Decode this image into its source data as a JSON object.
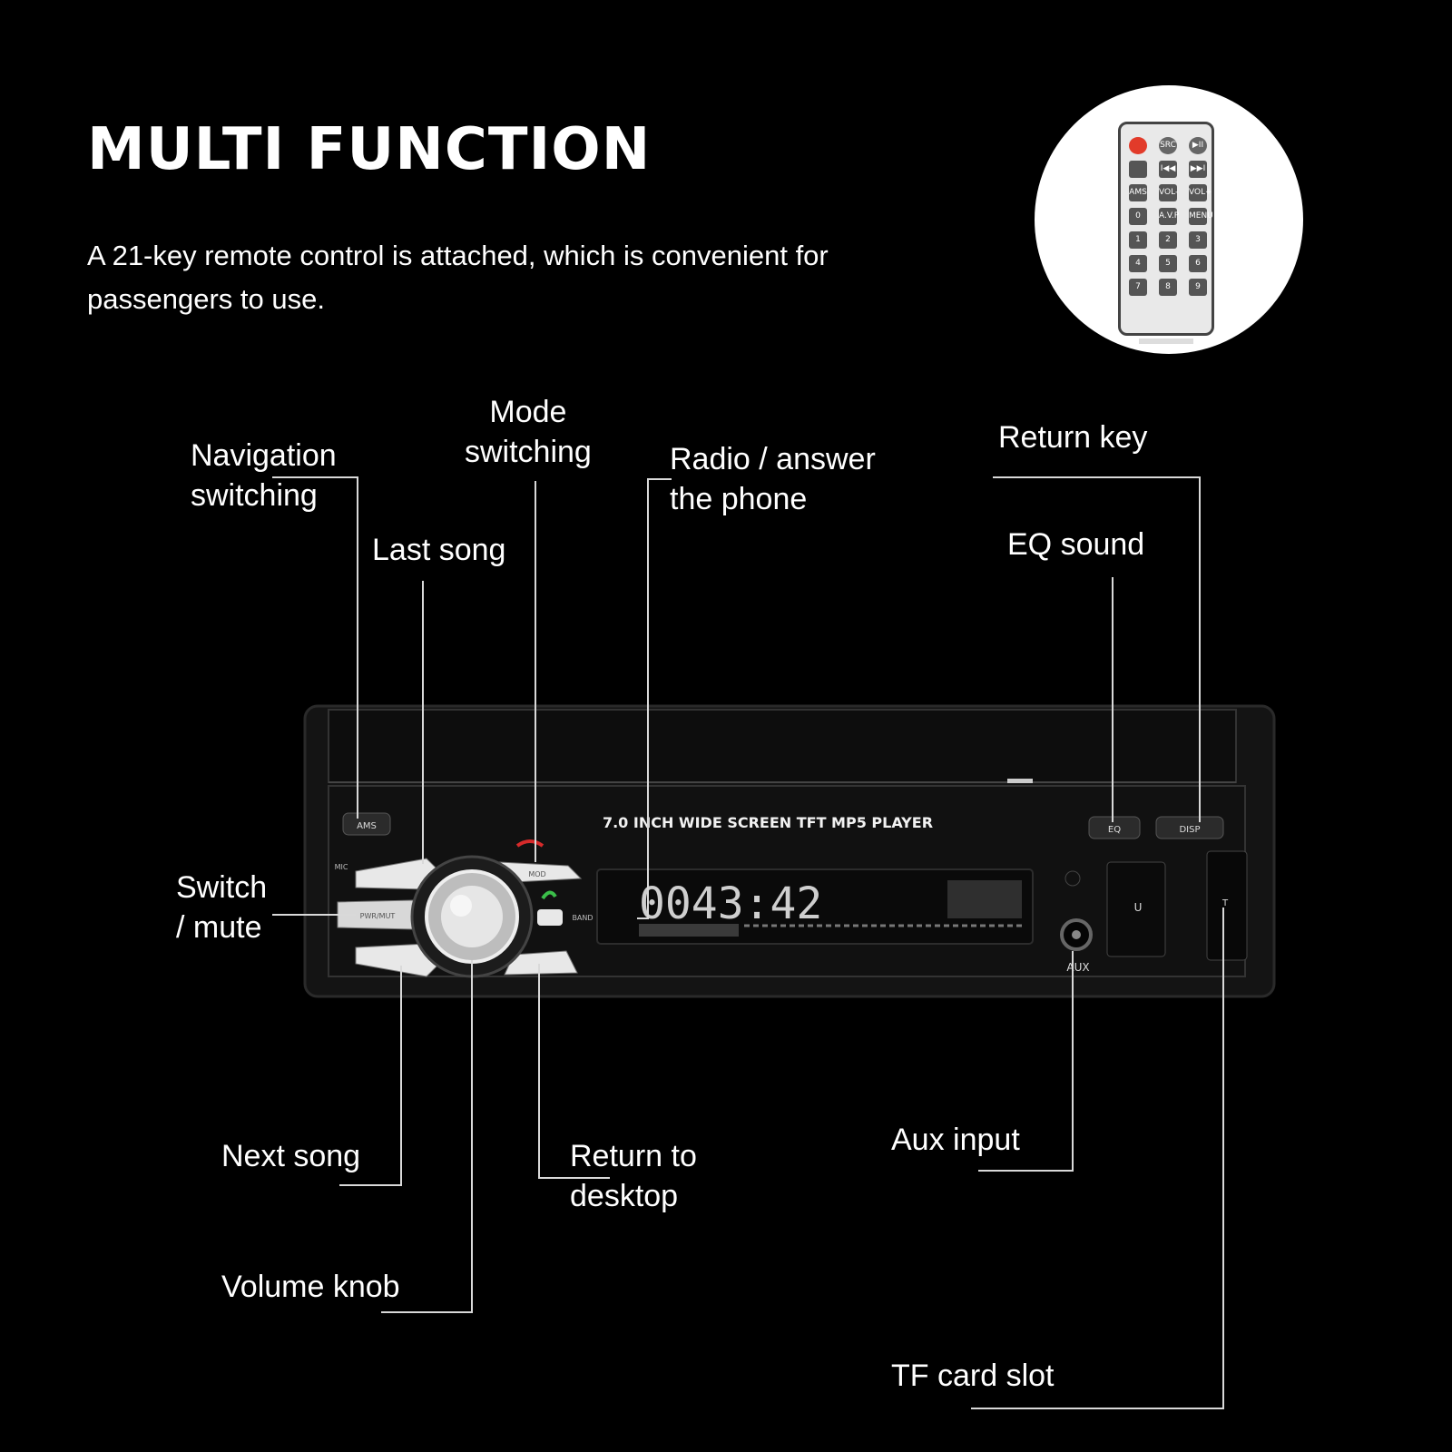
{
  "header": {
    "title": "MULTI FUNCTION",
    "description": "A 21-key remote control is attached, which is convenient for passengers to use."
  },
  "remote": {
    "keys": [
      "",
      "SRC",
      "▶II",
      "",
      "I◀◀",
      "▶▶I",
      "AMS",
      "VOL-",
      "VOL+",
      "0",
      "A.V.P",
      "MENU",
      "1",
      "2",
      "3",
      "4",
      "5",
      "6",
      "7",
      "8",
      "9"
    ]
  },
  "device": {
    "panel_text": "7.0 INCH WIDE SCREEN TFT  MP5  PLAYER",
    "buttons": {
      "ams": "AMS",
      "eq": "EQ",
      "disp": "DISP",
      "mode": "MOD",
      "pwr": "PWR/MUT",
      "band": "BAND",
      "mic": "MIC",
      "aux": "AUX",
      "usb": "U",
      "tf": "T"
    },
    "display": "0043:42"
  },
  "labels": {
    "navigation_switching": [
      "Navigation",
      "switching"
    ],
    "mode_switching": [
      "Mode",
      "switching"
    ],
    "radio_answer": [
      "Radio / answer",
      "the phone"
    ],
    "return_key": "Return key",
    "last_song": "Last song",
    "eq_sound": "EQ sound",
    "switch_mute": [
      "Switch",
      "/ mute"
    ],
    "next_song": "Next song",
    "return_desktop": [
      "Return to",
      "desktop"
    ],
    "aux_input": "Aux input",
    "volume_knob": "Volume knob",
    "tf_card_slot": "TF card slot"
  }
}
